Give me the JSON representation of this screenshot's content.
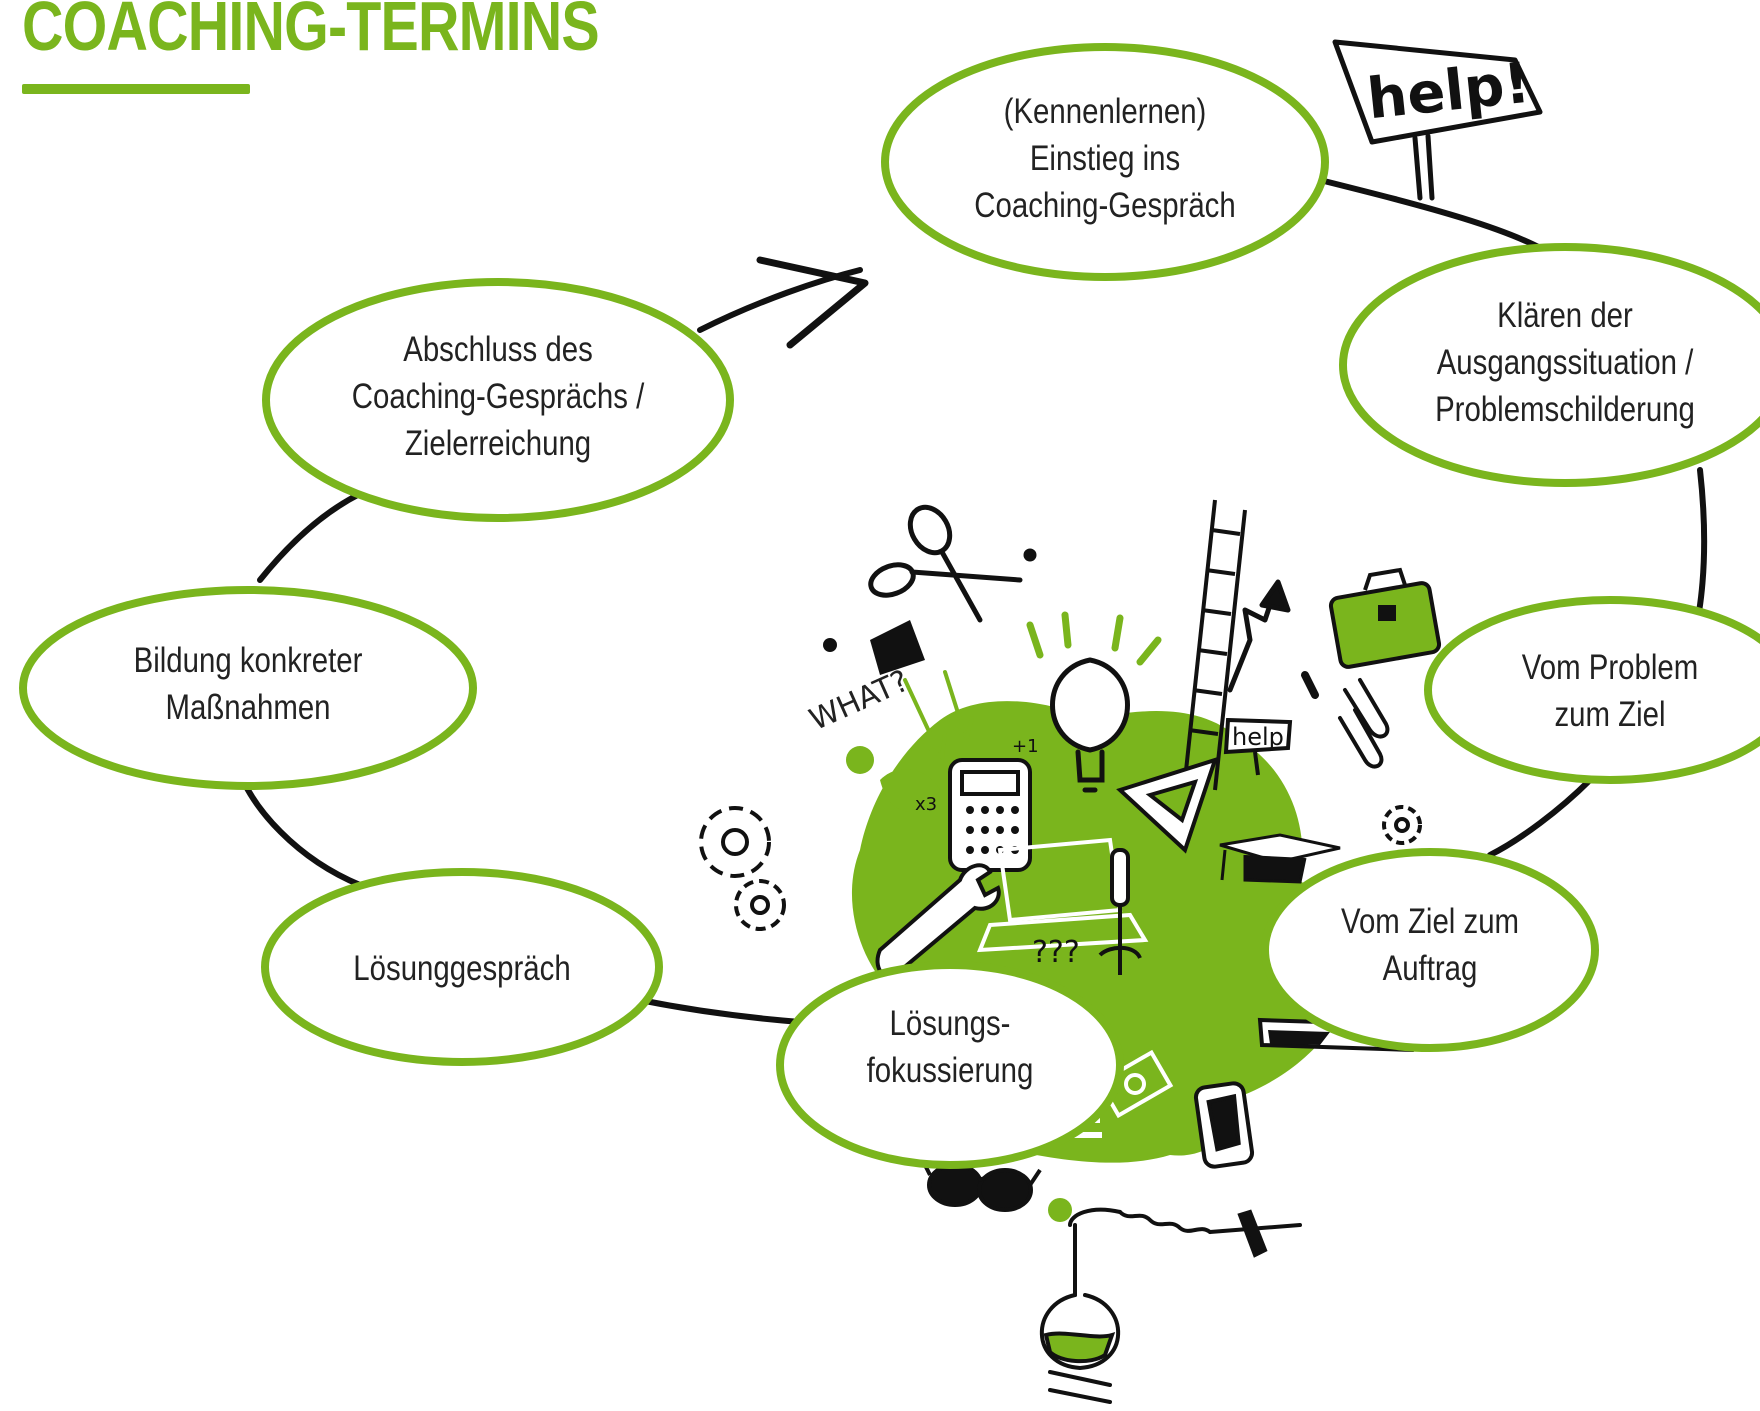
{
  "header": {
    "title": "COACHING-TERMINS"
  },
  "accent_color": "#7ab51d",
  "line_color": "#111111",
  "cycle": {
    "steps": [
      {
        "label": "(Kennenlernen)\nEinstieg ins\nCoaching-Gespräch"
      },
      {
        "label": "Klären der\nAusgangssituation /\nProblemschilderung"
      },
      {
        "label": "Vom Problem\nzum Ziel"
      },
      {
        "label": "Vom Ziel zum\nAuftrag"
      },
      {
        "label": "Lösungs-\nfokussierung"
      },
      {
        "label": "Lösunggespräch"
      },
      {
        "label": "Bildung konkreter\nMaßnahmen"
      },
      {
        "label": "Abschluss des\nCoaching-Gesprächs /\nZielerreichung"
      }
    ]
  },
  "illustration": {
    "help_sign_large": "help!",
    "help_sign_small": "help!",
    "what_text": "WHAT?",
    "question_marks": "???",
    "plus_one": "+1",
    "times_three": "x3",
    "icons": [
      "scissors-icon",
      "lightbulb-icon",
      "ladder-icon",
      "briefcase-icon",
      "paperclip-icon",
      "calculator-icon",
      "gear-icon",
      "wrench-icon",
      "screwdriver-icon",
      "graduation-cap-icon",
      "laptop-icon",
      "triangle-ruler-icon",
      "smartphone-icon",
      "money-icon",
      "sunglasses-icon",
      "flask-icon",
      "megaphone-icon",
      "arrow-up-icon"
    ]
  }
}
